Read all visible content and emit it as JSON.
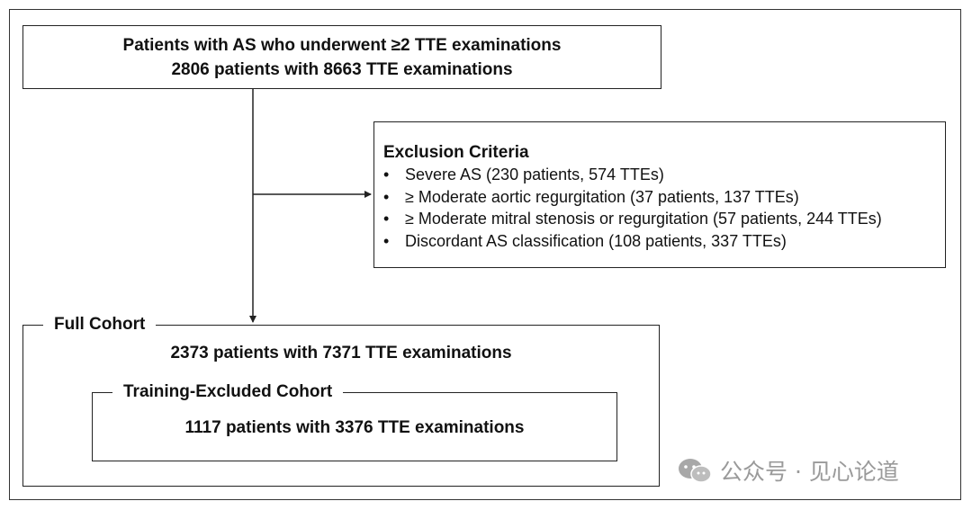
{
  "top_box": {
    "line1": "Patients with AS who underwent ≥2 TTE examinations",
    "line2": "2806 patients with 8663 TTE examinations"
  },
  "exclusion": {
    "title": "Exclusion Criteria",
    "bullet": "•",
    "items": [
      "Severe AS (230 patients, 574 TTEs)",
      "≥ Moderate aortic regurgitation (37 patients, 137 TTEs)",
      "≥ Moderate mitral stenosis or regurgitation (57 patients, 244 TTEs)",
      "Discordant AS classification (108 patients, 337 TTEs)"
    ]
  },
  "full_cohort": {
    "label": "Full Cohort",
    "count": "2373 patients with 7371 TTE examinations"
  },
  "training_excluded": {
    "label": "Training-Excluded Cohort",
    "count": "1117 patients with 3376 TTE examinations"
  },
  "watermark": {
    "text": "公众号 · 见心论道",
    "icon": "wechat-icon"
  },
  "colors": {
    "line": "#222222",
    "watermark": "#9a9a9a"
  }
}
